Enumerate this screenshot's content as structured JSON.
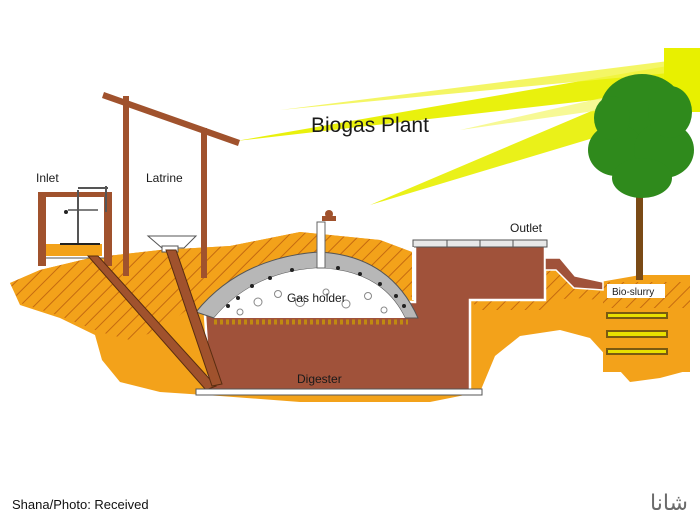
{
  "title": "Biogas Plant",
  "labels": {
    "inlet": "Inlet",
    "latrine": "Latrine",
    "outlet": "Outlet",
    "gas_holder": "Gas holder",
    "digester": "Digester",
    "bio_slurry": "Bio-slurry"
  },
  "credit": {
    "source": "Shana",
    "separator": "/",
    "photo": "Photo: Received"
  },
  "logo_text": "شانا",
  "colors": {
    "sun_ray": "#e8f000",
    "ground": "#f3a21a",
    "ground_hatch": "#c56a10",
    "digester": "#a0523a",
    "gas_holder": "#b7b7b7",
    "tree_leaves": "#2f8a1c",
    "tree_trunk": "#7a4a16",
    "pipe": "#7a4a1a"
  }
}
